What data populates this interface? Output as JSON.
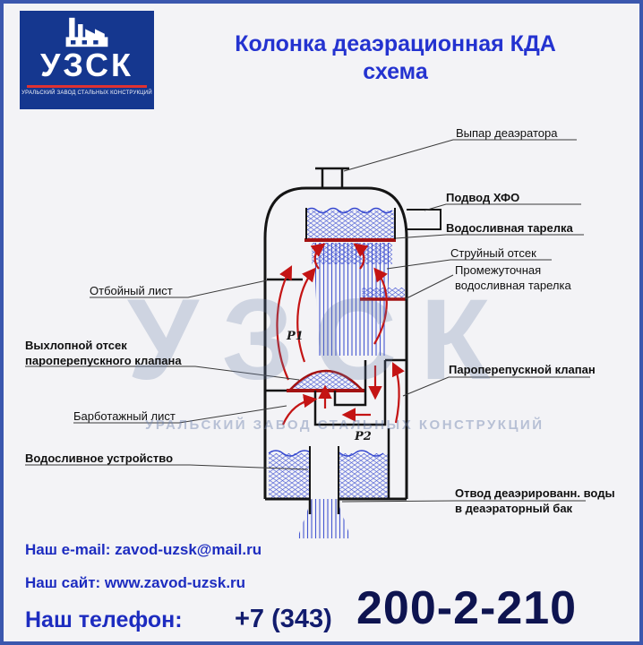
{
  "logo": {
    "name": "УЗСК",
    "subtitle": "УРАЛЬСКИЙ ЗАВОД СТАЛЬНЫХ КОНСТРУКЦИЙ",
    "bg_color": "#15378f",
    "accent_color": "#e03131"
  },
  "title": {
    "text": "Колонка деаэрационная КДА\nсхема",
    "color": "#2433d0"
  },
  "watermark": {
    "text": "УЗСК",
    "subtext": "УРАЛЬСКИЙ ЗАВОД СТАЛЬНЫХ КОНСТРУКЦИЙ"
  },
  "diagram": {
    "labels": {
      "vypar": "Выпар деаэратора",
      "podvod": "Подвод ХФО",
      "vodoslivnaya": "Водосливная тарелка",
      "struyny": "Струйный отсек",
      "promezhutochnaya": "Промежуточная\nводосливная тарелка",
      "otboyny": "Отбойный лист",
      "vykhlopnoy": "Выхлопной отсек\nпароперепускного клапана",
      "paroperepusknoy": "Пароперепускной клапан",
      "barbotazhny": "Барботажный лист",
      "vodoslivnoe": "Водосливное устройство",
      "otvod": "Отвод деаэрированн. воды\nв деаэраторный бак"
    },
    "markers": {
      "p1": "P1",
      "p2": "P2"
    },
    "colors": {
      "water": "#3346cf",
      "steam_arrow": "#c41414",
      "tray": "#a31212",
      "outline": "#141414"
    }
  },
  "footer": {
    "email_label": "Наш e-mail:",
    "email": "zavod-uzsk@mail.ru",
    "site_label": "Наш сайт:",
    "site": "www.zavod-uzsk.ru",
    "phone_label": "Наш телефон:",
    "phone_prefix": "+7 (343)",
    "phone_number": "200-2-210"
  }
}
